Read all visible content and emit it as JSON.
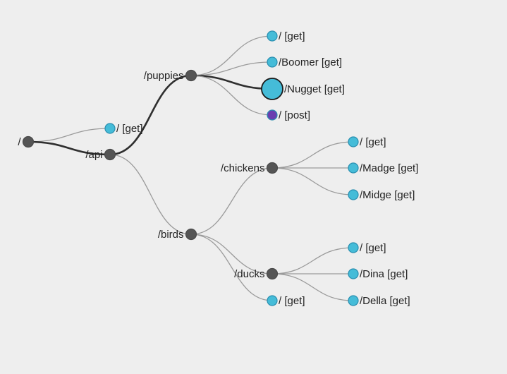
{
  "colors": {
    "background": "#eeeeee",
    "route_node": "#555555",
    "get_endpoint": "#45bcd8",
    "post_endpoint": "#6a3eb0",
    "link": "#9a9a9a",
    "link_highlight": "#2f2f2f"
  },
  "highlighted_path": [
    "root",
    "api",
    "puppies",
    "nugget"
  ],
  "tree": {
    "id": "root",
    "label": "/",
    "kind": "route",
    "children": [
      {
        "id": "root-get",
        "label": "/ [get]",
        "kind": "get"
      },
      {
        "id": "api",
        "label": "/api",
        "kind": "route",
        "children": [
          {
            "id": "puppies",
            "label": "/puppies",
            "kind": "route",
            "children": [
              {
                "id": "puppies-get",
                "label": "/ [get]",
                "kind": "get"
              },
              {
                "id": "boomer",
                "label": "/Boomer [get]",
                "kind": "get"
              },
              {
                "id": "nugget",
                "label": "/Nugget [get]",
                "kind": "get",
                "emphasized": true
              },
              {
                "id": "puppies-post",
                "label": "/ [post]",
                "kind": "post"
              }
            ]
          },
          {
            "id": "birds",
            "label": "/birds",
            "kind": "route",
            "children": [
              {
                "id": "chickens",
                "label": "/chickens",
                "kind": "route",
                "children": [
                  {
                    "id": "chickens-get",
                    "label": "/ [get]",
                    "kind": "get"
                  },
                  {
                    "id": "madge",
                    "label": "/Madge [get]",
                    "kind": "get"
                  },
                  {
                    "id": "midge",
                    "label": "/Midge [get]",
                    "kind": "get"
                  }
                ]
              },
              {
                "id": "ducks",
                "label": "/ducks",
                "kind": "route",
                "children": [
                  {
                    "id": "ducks-get",
                    "label": "/ [get]",
                    "kind": "get"
                  },
                  {
                    "id": "dina",
                    "label": "/Dina [get]",
                    "kind": "get"
                  },
                  {
                    "id": "della",
                    "label": "/Della [get]",
                    "kind": "get"
                  }
                ]
              },
              {
                "id": "birds-get",
                "label": "/ [get]",
                "kind": "get"
              }
            ]
          }
        ]
      }
    ]
  }
}
